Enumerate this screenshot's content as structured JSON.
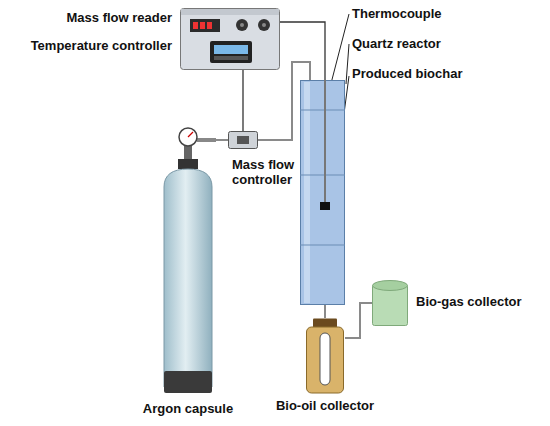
{
  "diagram": {
    "nodes": [
      {
        "text": [
          "Mass flow reader",
          "Temperature controller"
        ]
      },
      {
        "text": [
          "Mass flow controller"
        ]
      },
      {
        "text": [
          "Quartz reactor"
        ]
      },
      {
        "text": [
          "Argon capsule"
        ]
      },
      {
        "text": [
          "Bio-gas collector"
        ]
      },
      {
        "text": [
          "Bio-oil collector"
        ]
      }
    ],
    "edges": [
      {
        "from": 0,
        "to": 1,
        "arrow": "none"
      },
      {
        "from": 0,
        "to": 2,
        "arrow": "none"
      },
      {
        "from": 3,
        "to": 1,
        "arrow": "none"
      },
      {
        "from": 1,
        "to": 2,
        "arrow": "none"
      },
      {
        "from": 2,
        "to": 5,
        "arrow": "none"
      },
      {
        "from": 5,
        "to": 4,
        "arrow": "none"
      }
    ],
    "labels": [
      "Thermocouple",
      "Produced biochar"
    ]
  }
}
